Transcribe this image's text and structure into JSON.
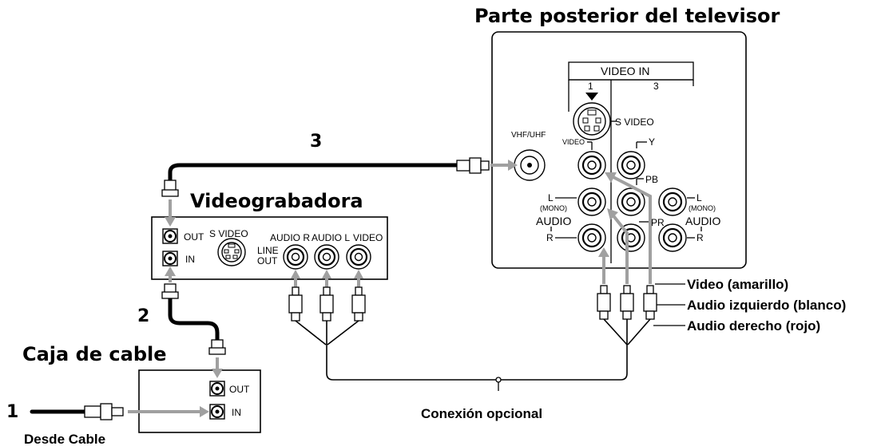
{
  "labels": {
    "tv_title": "Parte posterior del televisor",
    "vcr_title": "Videograbadora",
    "cablebox_title": "Caja de cable",
    "step1": "1",
    "step2": "2",
    "step3": "3",
    "from_cable": "Desde Cable",
    "optional": "Conexión opcional",
    "video_yellow": "Video (amarillo)",
    "audio_left": "Audio izquierdo (blanco)",
    "audio_right": "Audio derecho (rojo)"
  },
  "tv_panel": {
    "video_in": "VIDEO IN",
    "col1": "1",
    "col3": "3",
    "s_video": "S VIDEO",
    "vhf_uhf": "VHF/UHF",
    "video": "VIDEO",
    "y": "Y",
    "pb": "PB",
    "pr": "PR",
    "l_left": "L",
    "mono_left": "(MONO)",
    "audio_left": "AUDIO",
    "r_left": "R",
    "l_right": "L",
    "mono_right": "(MONO)",
    "audio_right": "AUDIO",
    "r_right": "R"
  },
  "vcr_panel": {
    "out": "OUT",
    "in": "IN",
    "s_video": "S VIDEO",
    "line": "LINE",
    "out2": "OUT",
    "audio_r": "AUDIO R",
    "audio_l": "AUDIO L",
    "video": "VIDEO"
  },
  "cablebox_panel": {
    "out": "OUT",
    "in": "IN"
  },
  "colors": {
    "line": "#000000",
    "arrow": "#a0a0a0",
    "background": "#ffffff"
  },
  "icons": [
    "coax-connector-icon",
    "rca-plug-icon",
    "s-video-jack-icon",
    "arrow-icon"
  ]
}
